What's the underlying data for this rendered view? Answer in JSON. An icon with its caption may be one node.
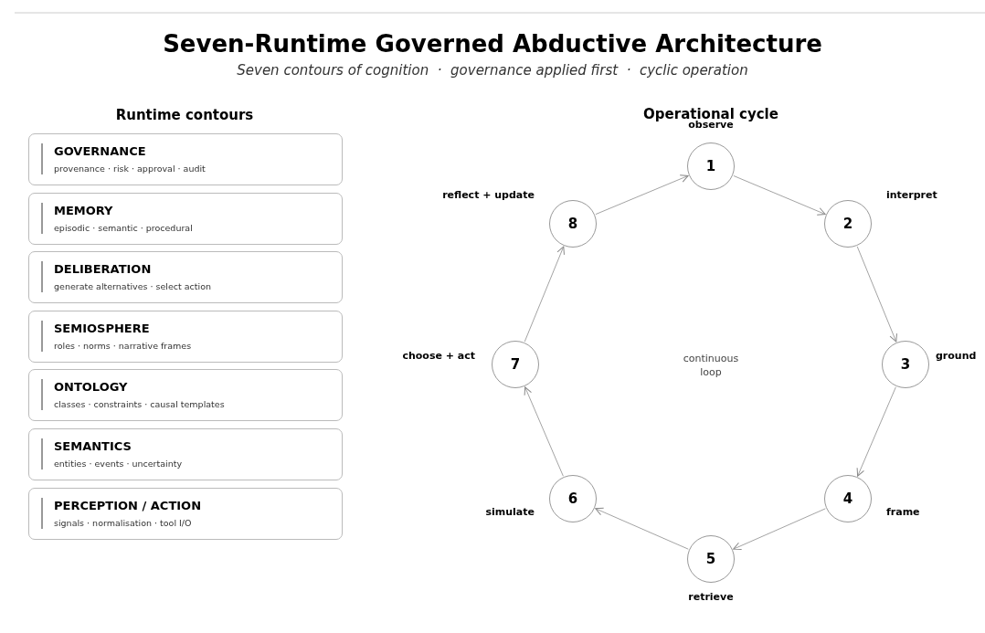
{
  "diagram": {
    "title": "Seven-Runtime Governed Abductive Architecture",
    "caption": "Seven contours of cognition  ·  governance applied first  ·  cyclic operation",
    "nodes": [
      {
        "text": [
          "GOVERNANCE",
          "provenance · risk · approval · audit"
        ]
      },
      {
        "text": [
          "MEMORY",
          "episodic · semantic · procedural"
        ]
      },
      {
        "text": [
          "DELIBERATION",
          "generate alternatives · select action"
        ]
      },
      {
        "text": [
          "SEMIOSPHERE",
          "roles · norms · narrative frames"
        ]
      },
      {
        "text": [
          "ONTOLOGY",
          "classes · constraints · causal templates"
        ]
      },
      {
        "text": [
          "SEMANTICS",
          "entities · events · uncertainty"
        ]
      },
      {
        "text": [
          "PERCEPTION / ACTION",
          "signals · normalisation · tool I/O"
        ]
      },
      {
        "text": [
          "1"
        ],
        "beside": [
          "observe"
        ]
      },
      {
        "text": [
          "2"
        ],
        "beside": [
          "interpret"
        ]
      },
      {
        "text": [
          "3"
        ],
        "beside": [
          "ground"
        ]
      },
      {
        "text": [
          "4"
        ],
        "beside": [
          "frame"
        ]
      },
      {
        "text": [
          "5"
        ],
        "beside": [
          "retrieve"
        ]
      },
      {
        "text": [
          "6"
        ],
        "beside": [
          "simulate"
        ]
      },
      {
        "text": [
          "7"
        ],
        "beside": [
          "choose + act"
        ]
      },
      {
        "text": [
          "8"
        ],
        "beside": [
          "reflect + update"
        ]
      }
    ],
    "edges": [
      {
        "from": 7,
        "to": 8,
        "arrow": "to"
      },
      {
        "from": 8,
        "to": 9,
        "arrow": "to"
      },
      {
        "from": 9,
        "to": 10,
        "arrow": "to"
      },
      {
        "from": 10,
        "to": 11,
        "arrow": "to"
      },
      {
        "from": 11,
        "to": 12,
        "arrow": "to"
      },
      {
        "from": 12,
        "to": 13,
        "arrow": "to"
      },
      {
        "from": 13,
        "to": 14,
        "arrow": "to"
      },
      {
        "from": 14,
        "to": 7,
        "arrow": "to"
      }
    ],
    "labels": [
      "Runtime contours",
      "Operational cycle",
      "continuous loop"
    ]
  }
}
